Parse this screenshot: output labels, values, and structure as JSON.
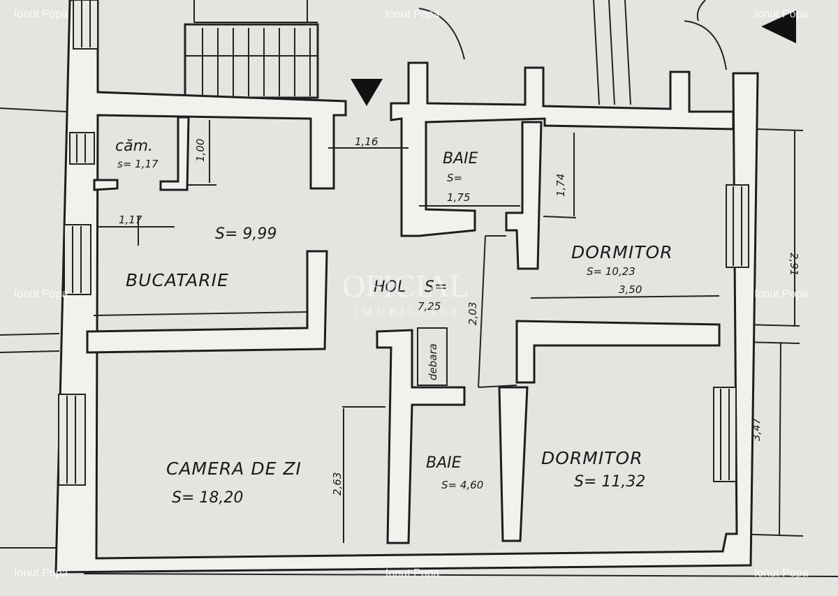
{
  "rooms": {
    "camara": {
      "name": "căm.",
      "area": "s= 1,17"
    },
    "bucatarie": {
      "name": "BUCATARIE",
      "area": "S= 9,99"
    },
    "baie_top": {
      "name": "BAIE",
      "area_prefix": "S=",
      "area": "1,75"
    },
    "dormitor_top": {
      "name": "DORMITOR",
      "area": "S= 10,23",
      "extra": "3,50"
    },
    "hol": {
      "name": "HOL",
      "area_prefix": "S=",
      "area": "7,25"
    },
    "dormitor_bottom": {
      "name": "DORMITOR",
      "area": "S= 11,32"
    },
    "camera_de_zi": {
      "name": "CAMERA DE ZI",
      "area": "S= 18,20"
    },
    "baie_bottom": {
      "name": "BAIE",
      "area": "S= 4,60"
    },
    "debara": {
      "name": "debara"
    }
  },
  "dimensions": {
    "cam_height": "1,00",
    "cam_width": "1,17",
    "hol_door": "1,16",
    "baie_width": "1,75",
    "dormitor_top_depth": "1,74",
    "hol_height": "2,03",
    "camera_depth": "2,63",
    "right_top": "2,91",
    "right_bottom": "3,47"
  },
  "watermarks": [
    "Ionut Popa",
    "Ionut Popa",
    "Ionut Popa",
    "Ionut Popa",
    "Ionut Popa",
    "Ionut Popa",
    "Ionut Popa",
    "Ionut Popa"
  ],
  "logo": {
    "brand": "OFICIAL",
    "sub": "IMOBILIARE"
  },
  "colors": {
    "paper": "#e4e4e1",
    "ink": "#1d1d1d"
  }
}
